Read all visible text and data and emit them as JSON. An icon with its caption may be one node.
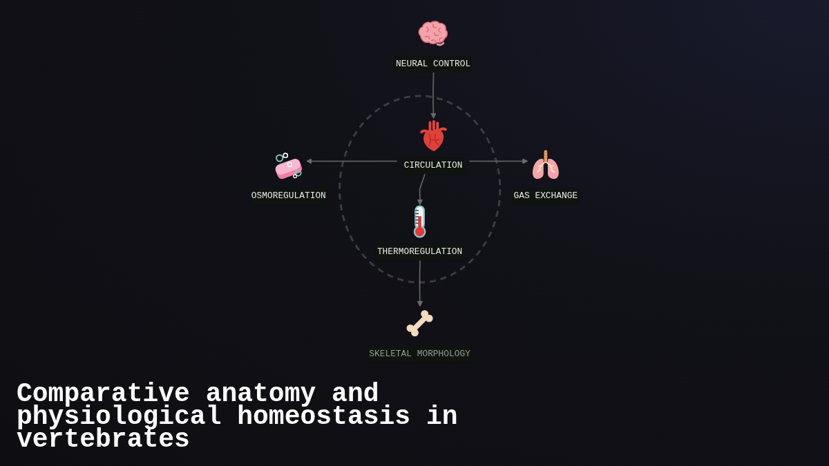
{
  "diagram": {
    "title": "Comparative anatomy and physiological homeostasis in vertebrates",
    "nodes": [
      {
        "text": [
          "NEURAL CONTROL"
        ]
      },
      {
        "text": [],
        "shape": "ellipse"
      },
      {
        "text": [
          "CIRCULATION"
        ],
        "in": 1
      },
      {
        "text": [
          "OSMOREGULATION"
        ]
      },
      {
        "text": [
          "GAS EXCHANGE"
        ]
      },
      {
        "text": [
          "THERMOREGULATION"
        ],
        "in": 1
      },
      {
        "text": [
          "SKELETAL MORPHOLOGY"
        ]
      }
    ],
    "edges": [
      {
        "from": 0,
        "to": 2,
        "arrow": "to"
      },
      {
        "from": 2,
        "to": 3,
        "arrow": "to"
      },
      {
        "from": 2,
        "to": 5,
        "arrow": "to"
      },
      {
        "from": 2,
        "to": 4,
        "arrow": "to"
      },
      {
        "from": 5,
        "to": 6,
        "arrow": "to"
      }
    ]
  }
}
